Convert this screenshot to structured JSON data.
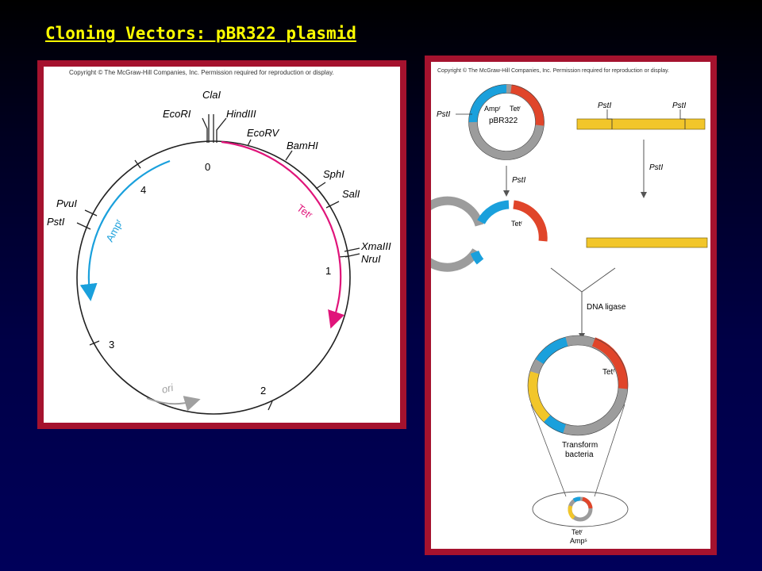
{
  "slide": {
    "title": "Cloning Vectors: pBR322 plasmid"
  },
  "colors": {
    "panel_border": "#a5122e",
    "title": "#ffff00",
    "amp": "#1aa0dc",
    "tet": "#e0147a",
    "ori": "#a0a0a0",
    "insert": "#f2c62a",
    "tet_segment": "#e0452a",
    "backbone": "#9c9c9c"
  },
  "map": {
    "copyright": "Copyright © The McGraw-Hill Companies, Inc. Permission required for reproduction or display.",
    "sites": {
      "cla": "ClaI",
      "eco_ri": "EcoRI",
      "hind": "HindIII",
      "eco_rv": "EcoRV",
      "bam": "BamHI",
      "sph": "SphI",
      "sal": "SalI",
      "xma": "XmaIII",
      "nru": "NruI",
      "pvu": "PvuI",
      "pst": "PstI"
    },
    "ticks": {
      "t0": "0",
      "t1": "1",
      "t2": "2",
      "t3": "3",
      "t4": "4"
    },
    "genes": {
      "amp": "Ampʳ",
      "tet": "Tetʳ",
      "ori": "ori"
    }
  },
  "cloning": {
    "copyright": "Copyright © The McGraw-Hill Companies, Inc. Permission required for reproduction or display.",
    "pst_left": "PstI",
    "amp_label": "Ampʳ",
    "tet_label": "Tetʳ",
    "plasmid_name": "pBR322",
    "insert_pst_1": "PstI",
    "insert_pst_2": "PstI",
    "arrow_pst_left": "PstI",
    "arrow_pst_right": "PstI",
    "tet_label_2": "Tetʳ",
    "ligase": "DNA ligase",
    "tet_label_3": "Tetʳ",
    "transform_1": "Transform",
    "transform_2": "bacteria",
    "cell_tet": "Tetʳ",
    "cell_amp": "Ampˢ"
  }
}
